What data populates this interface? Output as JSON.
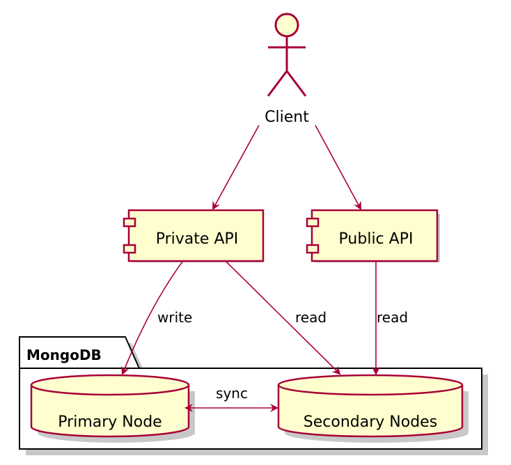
{
  "colors": {
    "stroke": "#A80036",
    "node_fill": "#FEFECE",
    "package_fill": "#ffffff",
    "text": "#000000"
  },
  "actor": {
    "label": "Client",
    "icon": "stick-figure-actor-icon"
  },
  "components": {
    "private_api": {
      "label": "Private API",
      "icon": "component-icon"
    },
    "public_api": {
      "label": "Public API",
      "icon": "component-icon"
    }
  },
  "package": {
    "label": "MongoDB",
    "icon": "folder-tab-icon"
  },
  "databases": {
    "primary": {
      "label": "Primary Node",
      "icon": "database-cylinder-icon"
    },
    "secondary": {
      "label": "Secondary Nodes",
      "icon": "database-cylinder-icon"
    }
  },
  "edges": {
    "client_private": {
      "label": ""
    },
    "client_public": {
      "label": ""
    },
    "private_primary": {
      "label": "write"
    },
    "private_secondary": {
      "label": "read"
    },
    "public_secondary": {
      "label": "read"
    },
    "primary_secondary": {
      "label": "sync"
    }
  }
}
